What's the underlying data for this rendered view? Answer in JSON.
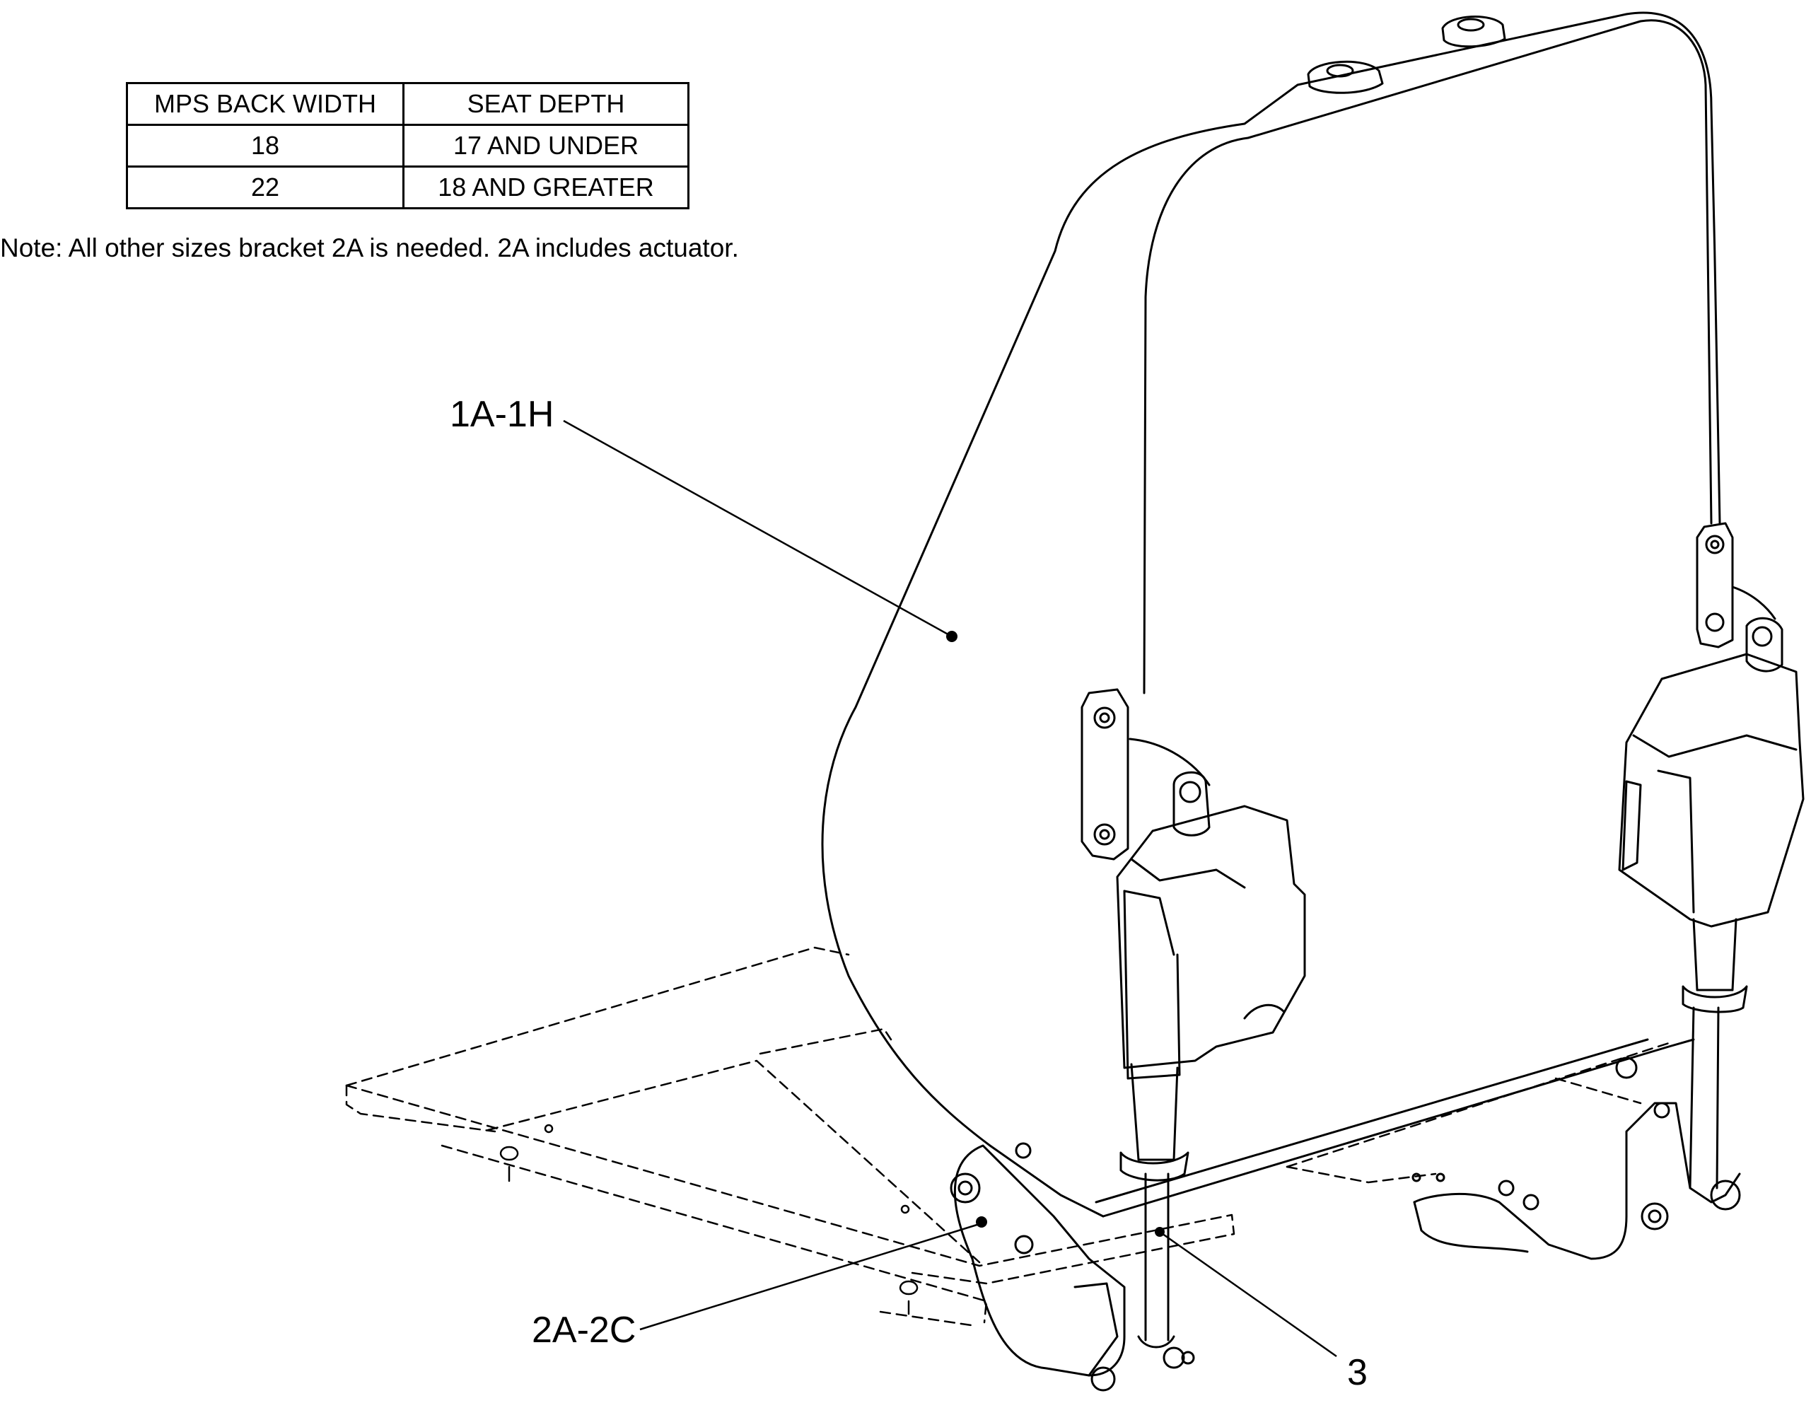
{
  "table": {
    "headers": [
      "MPS BACK WIDTH",
      "SEAT DEPTH"
    ],
    "rows": [
      [
        "18",
        "17 AND UNDER"
      ],
      [
        "22",
        "18 AND GREATER"
      ]
    ]
  },
  "note": "Note: All other sizes bracket 2A is needed. 2A includes actuator.",
  "callouts": {
    "back": "1A-1H",
    "bracket": "2A-2C",
    "actuator": "3"
  }
}
